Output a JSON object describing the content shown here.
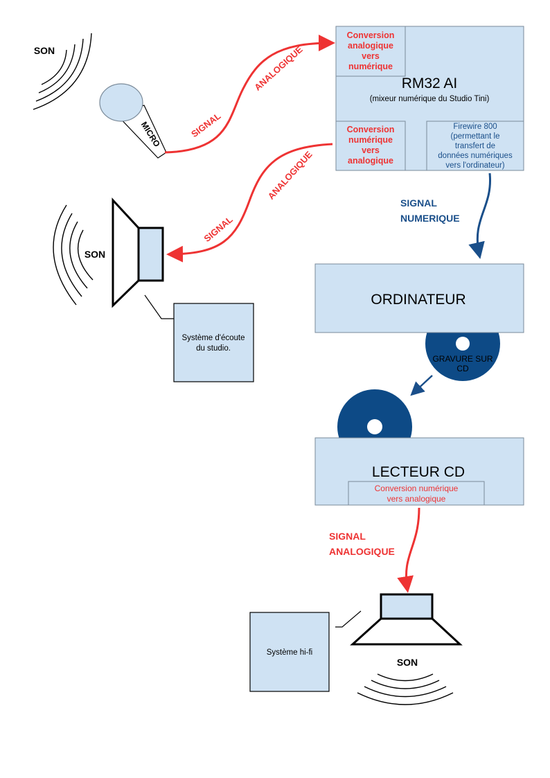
{
  "son_labels": {
    "top_left": "SON",
    "speaker_left": "SON",
    "hifi": "SON"
  },
  "micro_label": "MICRO",
  "signal_top": {
    "line1": "SIGNAL",
    "line2": "ANALOGIQUE"
  },
  "signal_mid": {
    "line1": "SIGNAL",
    "line2": "ANALOGIQUE"
  },
  "rm32": {
    "title": "RM32 AI",
    "subtitle": "(mixeur numérique du Studio Tini)",
    "adc": [
      "Conversion",
      "analogique",
      "vers",
      "numérique"
    ],
    "dac": [
      "Conversion",
      "numérique",
      "vers",
      "analogique"
    ],
    "firewire": [
      "Firewire 800",
      "(permettant le",
      "transfert de",
      "données numériques",
      "vers l'ordinateur)"
    ]
  },
  "signal_numerique": {
    "line1": "SIGNAL",
    "line2": "NUMERIQUE"
  },
  "studio_monitor": [
    "Système d'écoute",
    "du studio."
  ],
  "ordinateur": "ORDINATEUR",
  "gravure": [
    "GRAVURE SUR",
    "CD"
  ],
  "lecteur": {
    "title": "LECTEUR CD",
    "conversion": [
      "Conversion numérique",
      "vers analogique"
    ]
  },
  "signal_bottom": {
    "line1": "SIGNAL",
    "line2": "ANALOGIQUE"
  },
  "hifi_label": "Système hi-fi",
  "colors": {
    "box_fill": "#cfe2f3",
    "box_stroke": "#7a8a99",
    "analog": "#ee3333",
    "digital": "#1a4f8a",
    "disc": "#0d4a86"
  }
}
